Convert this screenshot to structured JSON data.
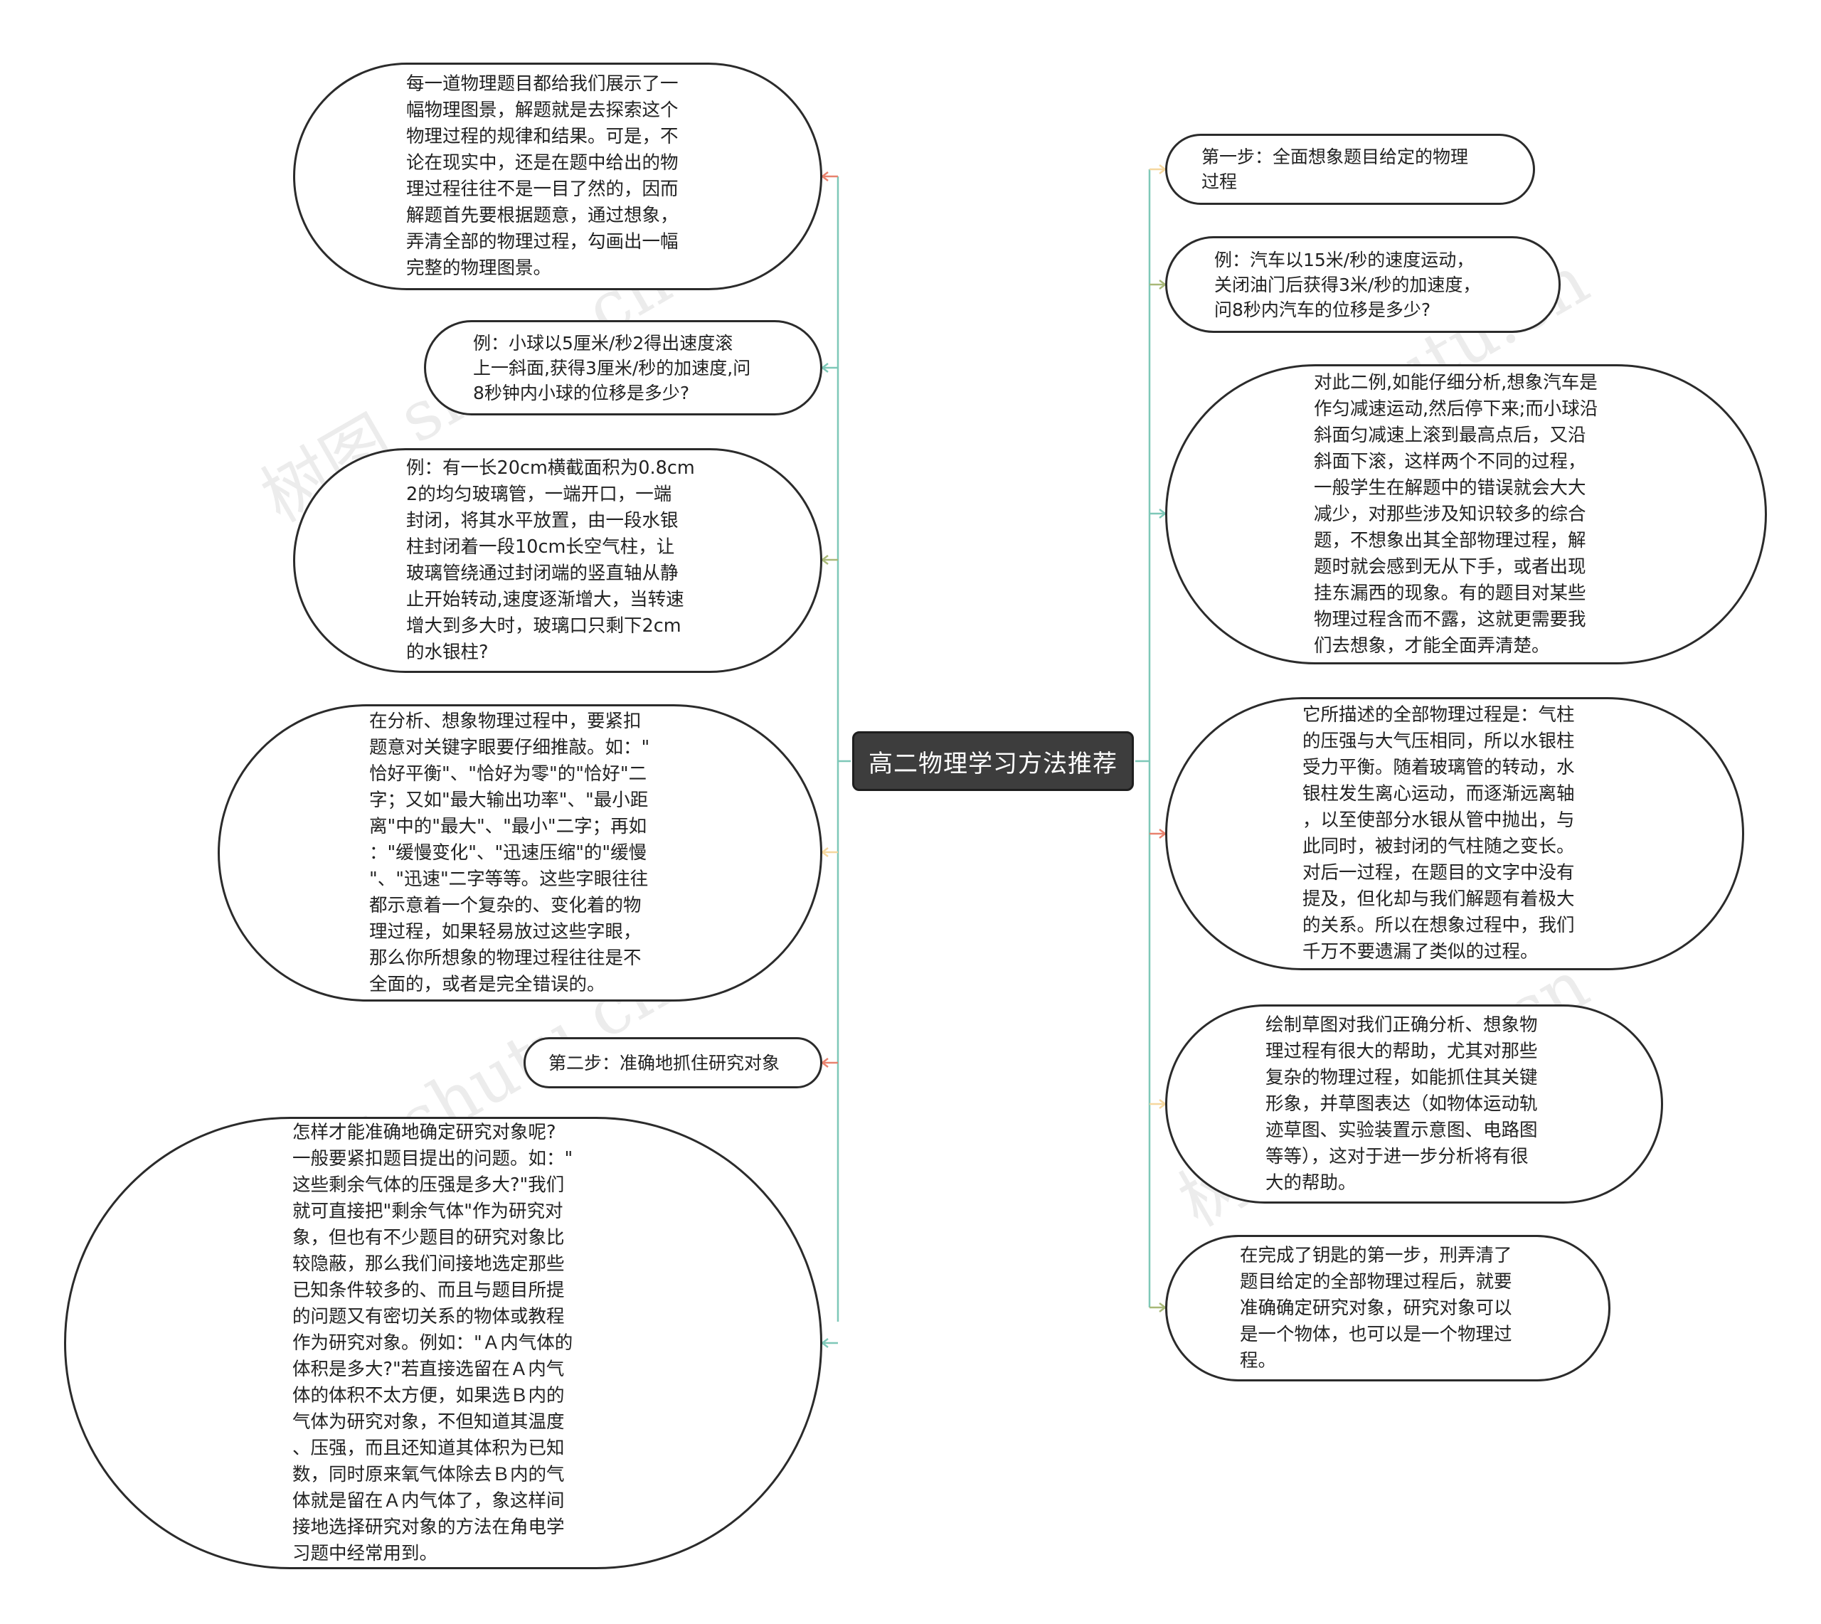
{
  "root": {
    "label": "高二物理学习方法推荐"
  },
  "watermark": "树图 shutu.cn",
  "colors": {
    "root_bg": "#3d3d3d",
    "node_border": "#2b2b2b",
    "branches": [
      "#e8826e",
      "#7ec8b8",
      "#a8b878",
      "#f5d79e",
      "#e8826e",
      "#7ec8b8",
      "#7ec8b8",
      "#f5d79e",
      "#a8b878",
      "#7ec8b8",
      "#e8826e",
      "#f5d79e",
      "#a8b878"
    ]
  },
  "left_nodes": [
    {
      "id": "L1",
      "text": "每一道物理题目都给我们展示了一\n幅物理图景，解题就是去探索这个\n物理过程的规律和结果。可是，不\n论在现实中，还是在题中给出的物\n理过程往往不是一目了然的，因而\n解题首先要根据题意，通过想象，\n弄清全部的物理过程，勾画出一幅\n完整的物理图景。"
    },
    {
      "id": "L2",
      "text": "例：小球以5厘米/秒2得出速度滚\n上一斜面,获得3厘米/秒的加速度,问\n8秒钟内小球的位移是多少?"
    },
    {
      "id": "L3",
      "text": "例：有一长20cm横截面积为0.8cm\n2的均匀玻璃管，一端开口，一端\n封闭，将其水平放置，由一段水银\n柱封闭着一段10cm长空气柱，让\n玻璃管绕通过封闭端的竖直轴从静\n止开始转动,速度逐渐增大，当转速\n增大到多大时，玻璃口只剩下2cm\n的水银柱?"
    },
    {
      "id": "L4",
      "text": "在分析、想象物理过程中，要紧扣\n题意对关键字眼要仔细推敲。如：\"\n恰好平衡\"、\"恰好为零\"的\"恰好\"二\n字；又如\"最大输出功率\"、\"最小距\n离\"中的\"最大\"、\"最小\"二字；再如\n：\"缓慢变化\"、\"迅速压缩\"的\"缓慢\n\"、\"迅速\"二字等等。这些字眼往往\n都示意着一个复杂的、变化着的物\n理过程，如果轻易放过这些字眼，\n那么你所想象的物理过程往往是不\n全面的，或者是完全错误的。"
    },
    {
      "id": "L5",
      "text": "第二步：准确地抓住研究对象"
    },
    {
      "id": "L6",
      "text": "怎样才能准确地确定研究对象呢?\n一般要紧扣题目提出的问题。如：\"\n这些剩余气体的压强是多大?\"我们\n就可直接把\"剩余气体\"作为研究对\n象，但也有不少题目的研究对象比\n较隐蔽，那么我们间接地选定那些\n已知条件较多的、而且与题目所提\n的问题又有密切关系的物体或教程\n作为研究对象。例如：\"Ａ内气体的\n体积是多大?\"若直接选留在Ａ内气\n体的体积不太方便，如果选Ｂ内的\n气体为研究对象，不但知道其温度\n、压强，而且还知道其体积为已知\n数，同时原来氧气体除去Ｂ内的气\n体就是留在Ａ内气体了，象这样间\n接地选择研究对象的方法在角电学\n习题中经常用到。"
    }
  ],
  "right_nodes": [
    {
      "id": "R1",
      "text": "第一步：全面想象题目给定的物理\n过程"
    },
    {
      "id": "R2",
      "text": "例：汽车以15米/秒的速度运动，\n关闭油门后获得3米/秒的加速度，\n问8秒内汽车的位移是多少?"
    },
    {
      "id": "R3",
      "text": "对此二例,如能仔细分析,想象汽车是\n作匀减速运动,然后停下来;而小球沿\n斜面匀减速上滚到最高点后，又沿\n斜面下滚，这样两个不同的过程，\n一般学生在解题中的错误就会大大\n减少，对那些涉及知识较多的综合\n题，不想象出其全部物理过程，解\n题时就会感到无从下手，或者出现\n挂东漏西的现象。有的题目对某些\n物理过程含而不露，这就更需要我\n们去想象，才能全面弄清楚。"
    },
    {
      "id": "R4",
      "text": "它所描述的全部物理过程是：气柱\n的压强与大气压相同，所以水银柱\n受力平衡。随着玻璃管的转动，水\n银柱发生离心运动，而逐渐远离轴\n，以至使部分水银从管中抛出，与\n此同时，被封闭的气柱随之变长。\n对后一过程，在题目的文字中没有\n提及，但化却与我们解题有着极大\n的关系。所以在想象过程中，我们\n千万不要遗漏了类似的过程。"
    },
    {
      "id": "R5",
      "text": "绘制草图对我们正确分析、想象物\n理过程有很大的帮助，尤其对那些\n复杂的物理过程，如能抓住其关键\n形象，并草图表达（如物体运动轨\n迹草图、实验装置示意图、电路图\n等等），这对于进一步分析将有很\n大的帮助。"
    },
    {
      "id": "R6",
      "text": "在完成了钥匙的第一步，刑弄清了\n题目给定的全部物理过程后，就要\n准确确定研究对象，研究对象可以\n是一个物体，也可以是一个物理过\n程。"
    }
  ]
}
